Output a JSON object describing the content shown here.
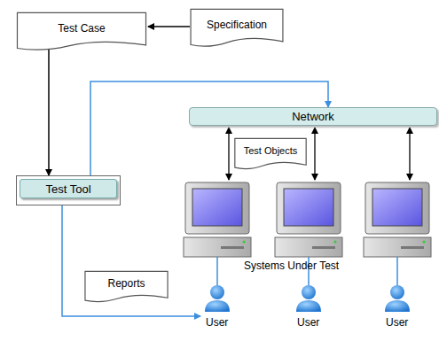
{
  "diagram": {
    "nodes": [
      {
        "text": [
          "Test Case"
        ]
      },
      {
        "text": [
          "Specification"
        ]
      },
      {
        "text": [
          "Network"
        ]
      },
      {
        "text": [
          "Test Objects"
        ]
      },
      {
        "text": [
          "Test Tool"
        ]
      },
      {
        "text": [
          "Reports"
        ]
      }
    ],
    "edges": [
      {
        "from": 1,
        "to": 0,
        "arrow": "to"
      },
      {
        "from": 0,
        "to": 4,
        "arrow": "to"
      },
      {
        "from": 4,
        "to": 2,
        "arrow": "to"
      }
    ],
    "labels": [
      "Systems Under Test",
      "User",
      "User",
      "User"
    ]
  }
}
